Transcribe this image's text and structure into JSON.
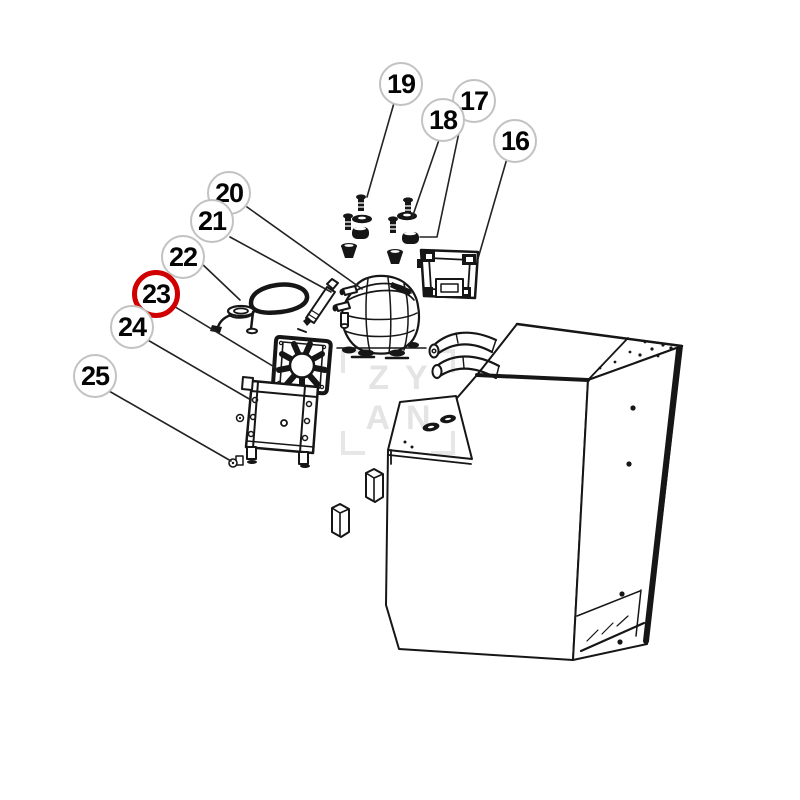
{
  "diagram": {
    "type": "exploded-parts-diagram",
    "watermark": {
      "line1": "ZY",
      "line2": "AN"
    },
    "colors": {
      "line": "#161616",
      "callout_ring": "#c2c2c2",
      "highlight_ring": "#d00000",
      "watermark": "#e4e4e4",
      "background": "#ffffff"
    },
    "callouts": [
      {
        "label": "16",
        "highlighted": false
      },
      {
        "label": "17",
        "highlighted": false
      },
      {
        "label": "18",
        "highlighted": false
      },
      {
        "label": "19",
        "highlighted": false
      },
      {
        "label": "20",
        "highlighted": false
      },
      {
        "label": "21",
        "highlighted": false
      },
      {
        "label": "22",
        "highlighted": false
      },
      {
        "label": "23",
        "highlighted": true
      },
      {
        "label": "24",
        "highlighted": false
      },
      {
        "label": "25",
        "highlighted": false
      }
    ]
  }
}
